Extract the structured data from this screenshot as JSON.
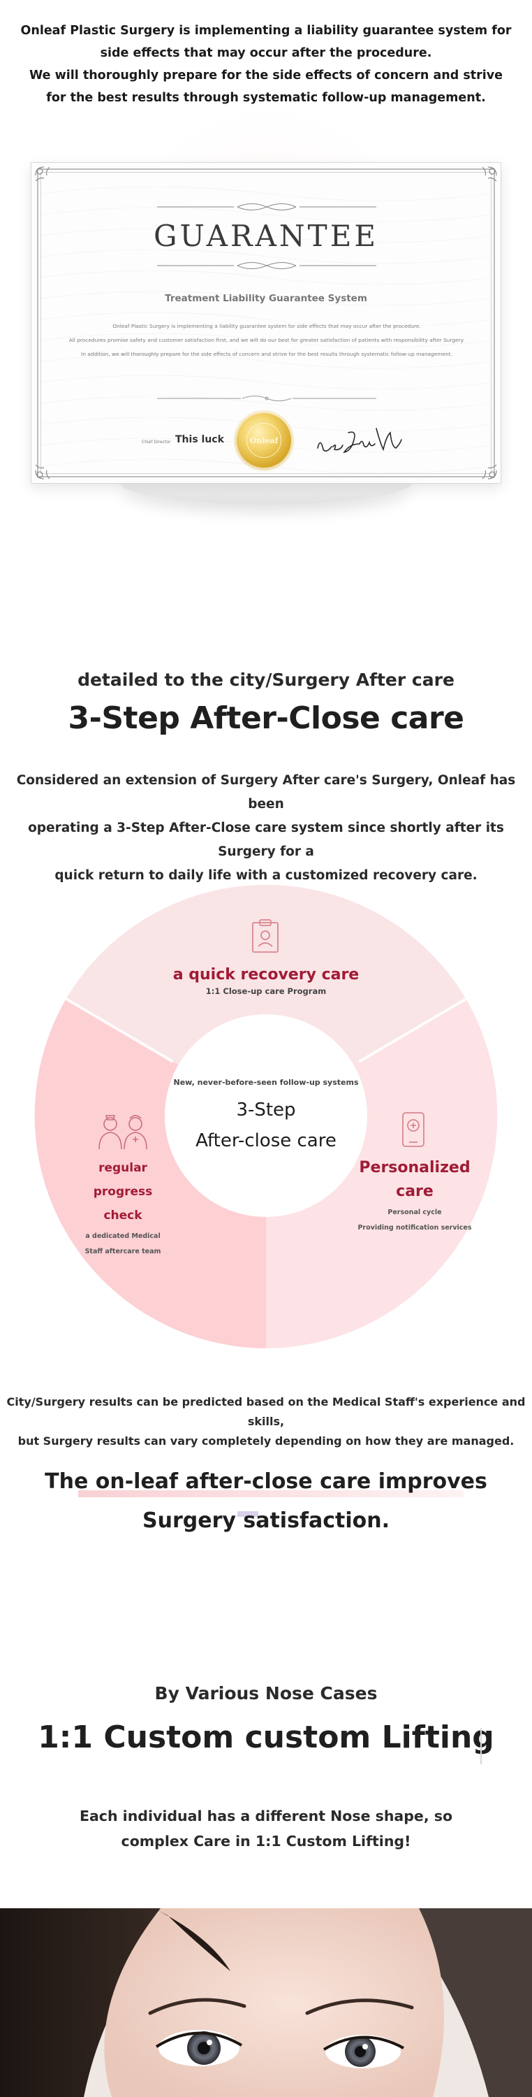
{
  "intro": {
    "lines": [
      "Onleaf Plastic Surgery is implementing a liability guarantee system for",
      "side effects that may occur after the procedure.",
      "We will thoroughly prepare for the side effects of concern and strive",
      "for the best results through systematic follow-up management."
    ]
  },
  "certificate": {
    "title": "GUARANTEE",
    "subtitle": "Treatment Liability Guarantee System",
    "body": [
      "Onleaf Plastic Surgery is implementing a liability guarantee system for side effects that may occur after the procedure.",
      "All procedures promise safety and customer satisfaction first, and we will do our best for greater satisfaction of patients with responsibility after Surgery.",
      "In addition, we will thoroughly prepare for the side effects of concern and strive for the best results through systematic follow-up management."
    ],
    "signer_role": "Chief Director",
    "signer_name": "This luck",
    "seal_text": "Onleaf",
    "signature_text": "Lee Jin Won",
    "colors": {
      "seal": "#d8aa2c",
      "frame": "#bdbdbd"
    }
  },
  "aftercare": {
    "subtitle": "detailed to the city/Surgery After care",
    "title": "3-Step After-Close care",
    "description": [
      "Considered an extension of Surgery After care's Surgery, Onleaf has been",
      "operating a 3-Step After-Close care system since shortly after its Surgery for a",
      "quick return to daily life with a customized recovery care."
    ],
    "center": {
      "kicker": "New, never-before-seen follow-up systems",
      "title_line1": "3-Step",
      "title_line2": "After-close care"
    },
    "segments": [
      {
        "title": "a quick recovery care",
        "sub": "1:1 Close-up care Program",
        "icon": "clipboard-icon",
        "color": "#f9e4e6"
      },
      {
        "title_line1": "regular progress",
        "title_line2": "check",
        "sub_line1": "a dedicated Medical",
        "sub_line2": "Staff aftercare team",
        "icon": "medical-staff-icon",
        "color": "#fdd0d4"
      },
      {
        "title_line1": "Personalized",
        "title_line2": "care",
        "sub_line1": "Personal cycle",
        "sub_line2": "Providing notification services",
        "icon": "phone-medical-icon",
        "color": "#fde3e5"
      }
    ],
    "accent_color": "#a01b35"
  },
  "results": {
    "description": [
      "City/Surgery results can be predicted based on the Medical Staff's experience and skills,",
      "but Surgery results can vary completely depending on how they are managed."
    ],
    "headline_line1": "The on-leaf after-close care improves",
    "headline_line2": "Surgery satisfaction."
  },
  "lifting": {
    "subtitle": "By Various Nose Cases",
    "title": "1:1 Custom custom Lifting",
    "description": [
      "Each individual has a different Nose shape, so",
      "complex Care in 1:1 Custom Lifting!"
    ]
  }
}
